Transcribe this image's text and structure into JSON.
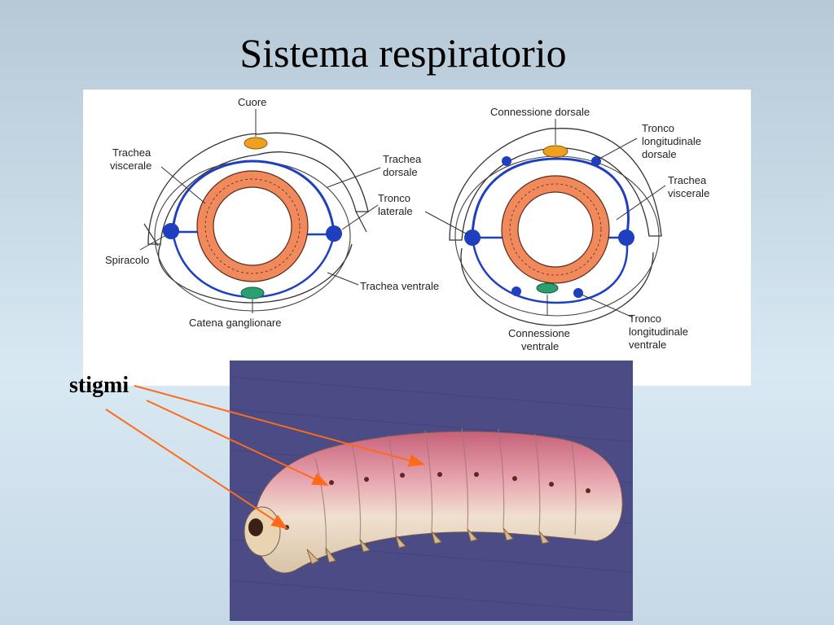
{
  "slide": {
    "title": "Sistema respiratorio",
    "annotation": "stigmi"
  },
  "diagram": {
    "left_section": {
      "labels": {
        "cuore": "Cuore",
        "trachea_viscerale_1": "Trachea",
        "trachea_viscerale_2": "viscerale",
        "trachea_dorsale_1": "Trachea",
        "trachea_dorsale_2": "dorsale",
        "tronco_laterale_1": "Tronco",
        "tronco_laterale_2": "laterale",
        "spiracolo": "Spiracolo",
        "trachea_ventrale": "Trachea ventrale",
        "catena_ganglionare": "Catena ganglionare"
      }
    },
    "right_section": {
      "labels": {
        "connessione_dorsale": "Connessione dorsale",
        "tronco_long_dorsale_1": "Tronco",
        "tronco_long_dorsale_2": "longitudinale",
        "tronco_long_dorsale_3": "dorsale",
        "trachea_viscerale_1": "Trachea",
        "trachea_viscerale_2": "viscerale",
        "connessione_ventrale_1": "Connessione",
        "connessione_ventrale_2": "ventrale",
        "tronco_long_ventrale_1": "Tronco",
        "tronco_long_ventrale_2": "longitudinale",
        "tronco_long_ventrale_3": "ventrale"
      }
    },
    "colors": {
      "trachea": "#1f3fbf",
      "gut": "#f08a5d",
      "heart": "#f0a020",
      "ganglion": "#2aa070"
    }
  },
  "photo": {
    "subject": "caterpillar-larva",
    "background_color": "#4b4b86"
  }
}
